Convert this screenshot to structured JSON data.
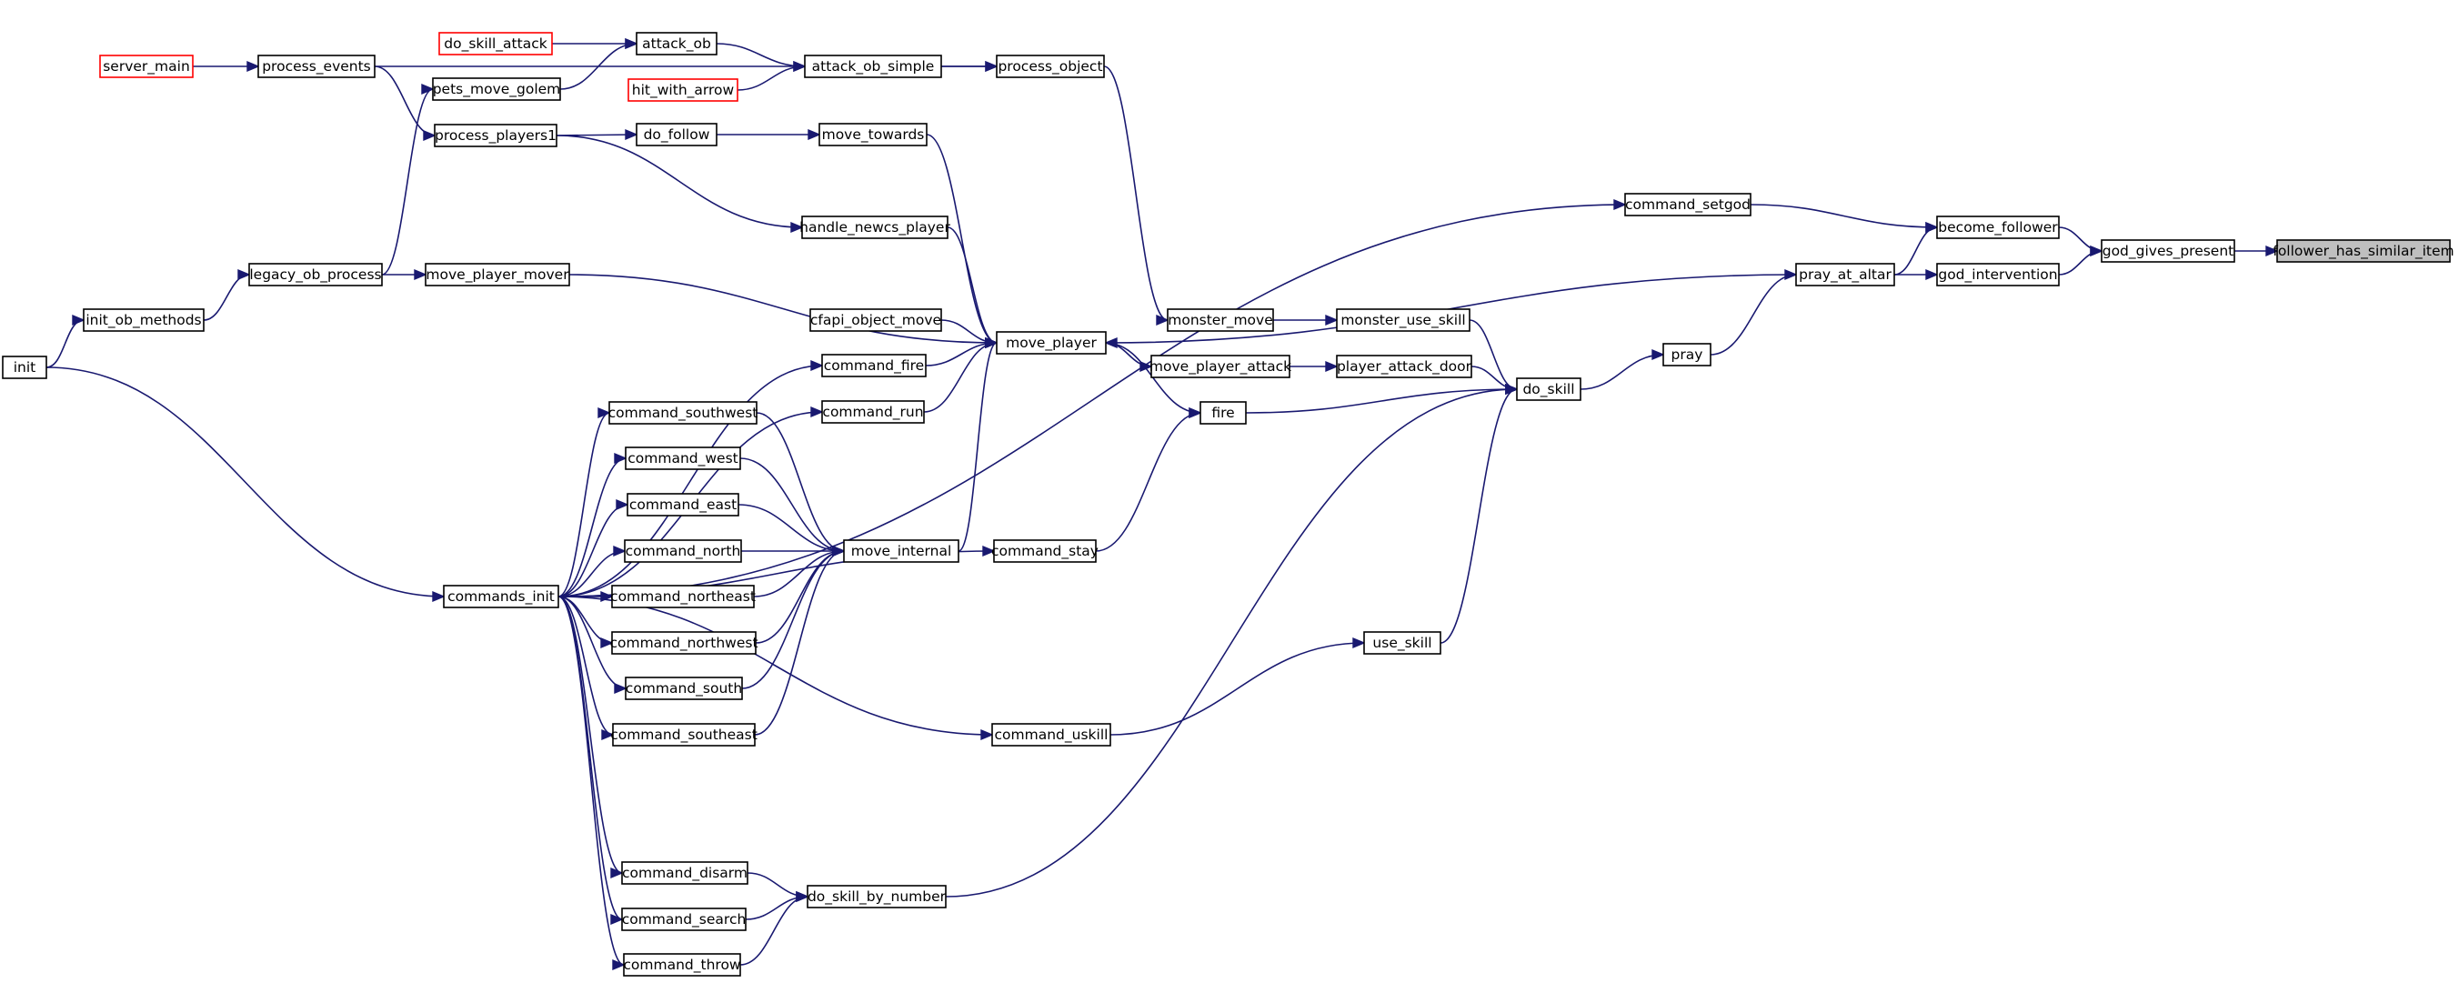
{
  "colors": {
    "edge": "#191970",
    "node_border": "#000000",
    "external_node_border": "#ff0000",
    "root_fill": "#bfbfbf",
    "background": "#ffffff"
  },
  "nodes": {
    "follower_has_similar_item": "follower_has_similar_item",
    "god_gives_present": "god_gives_present",
    "become_follower": "become_follower",
    "god_intervention": "god_intervention",
    "command_setgod": "command_setgod",
    "pray_at_altar": "pray_at_altar",
    "pray": "pray",
    "do_skill": "do_skill",
    "monster_use_skill": "monster_use_skill",
    "player_attack_door": "player_attack_door",
    "fire": "fire",
    "use_skill": "use_skill",
    "do_skill_by_number": "do_skill_by_number",
    "monster_move": "monster_move",
    "move_player_attack": "move_player_attack",
    "process_object": "process_object",
    "move_player": "move_player",
    "command_stay": "command_stay",
    "command_uskill": "command_uskill",
    "attack_ob_simple": "attack_ob_simple",
    "attack_ob": "attack_ob",
    "do_skill_attack": "do_skill_attack",
    "hit_with_arrow": "hit_with_arrow",
    "move_towards": "move_towards",
    "do_follow": "do_follow",
    "handle_newcs_player": "handle_newcs_player",
    "cfapi_object_move": "cfapi_object_move",
    "command_fire": "command_fire",
    "command_run": "command_run",
    "move_internal": "move_internal",
    "command_southwest": "command_southwest",
    "command_west": "command_west",
    "command_east": "command_east",
    "command_north": "command_north",
    "command_northeast": "command_northeast",
    "command_northwest": "command_northwest",
    "command_south": "command_south",
    "command_southeast": "command_southeast",
    "command_disarm": "command_disarm",
    "command_search": "command_search",
    "command_throw": "command_throw",
    "pets_move_golem": "pets_move_golem",
    "process_players1": "process_players1",
    "move_player_mover": "move_player_mover",
    "process_events": "process_events",
    "server_main": "server_main",
    "legacy_ob_process": "legacy_ob_process",
    "init_ob_methods": "init_ob_methods",
    "commands_init": "commands_init",
    "init": "init"
  }
}
